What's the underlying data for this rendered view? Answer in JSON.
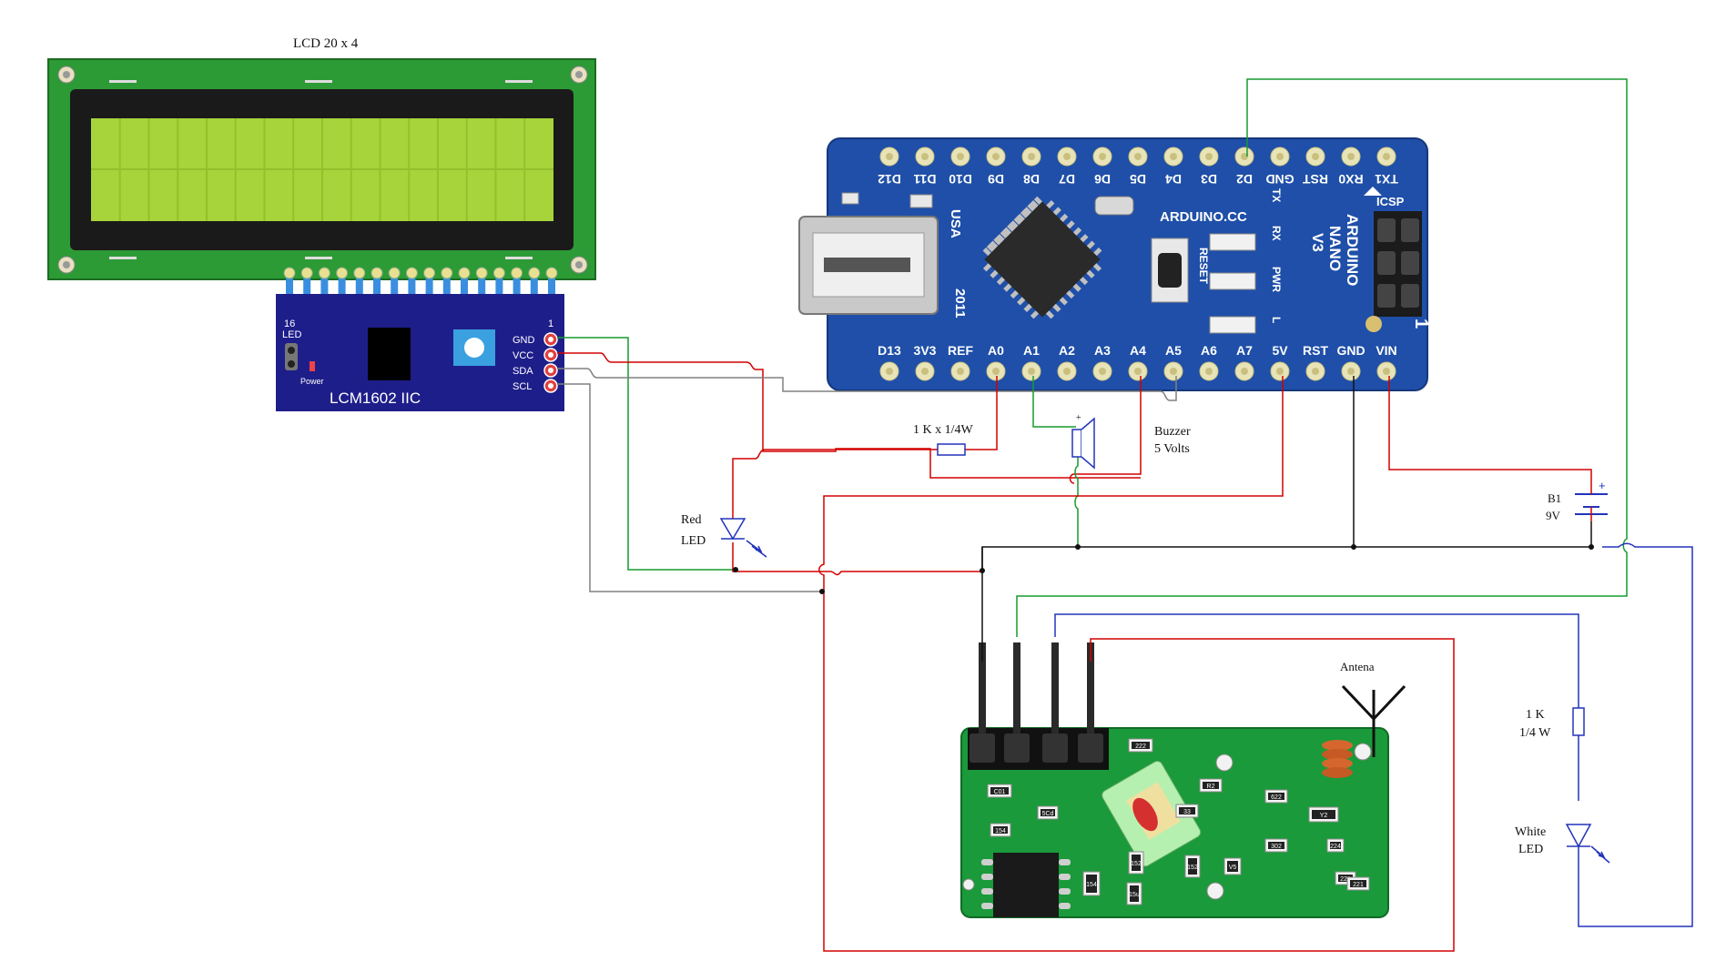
{
  "lcd": {
    "title": "LCD 20 x 4"
  },
  "i2c": {
    "name": "LCM1602 IIC",
    "pins": [
      "GND",
      "VCC",
      "SDA",
      "SCL"
    ],
    "pin_16": "16",
    "pin_1": "1",
    "led_label": "LED",
    "power_label": "Power"
  },
  "arduino": {
    "top_pins": [
      "D12",
      "D11",
      "D10",
      "D9",
      "D8",
      "D7",
      "D6",
      "D5",
      "D4",
      "D3",
      "D2",
      "GND",
      "RST",
      "RX0",
      "TX1"
    ],
    "bottom_pins": [
      "D13",
      "3V3",
      "REF",
      "A0",
      "A1",
      "A2",
      "A3",
      "A4",
      "A5",
      "A6",
      "A7",
      "5V",
      "RST",
      "GND",
      "VIN"
    ],
    "board_text": [
      "ARDUINO.CC",
      "ARDUINO",
      "NANO",
      "V3",
      "USA",
      "2011",
      "RESET",
      "TX",
      "RX",
      "PWR",
      "L",
      "ICSP",
      "1"
    ]
  },
  "components": {
    "resistor1": "1 K x 1/4W",
    "buzzer_line1": "Buzzer",
    "buzzer_line2": "5 Volts",
    "red_led_line1": "Red",
    "red_led_line2": "LED",
    "battery_line1": "B1",
    "battery_line2": "9V",
    "antenna": "Antena",
    "resistor2_line1": "1 K",
    "resistor2_line2": "1/4 W",
    "white_led_line1": "White",
    "white_led_line2": "LED"
  },
  "rf_module": {
    "chip_labels": [
      "222",
      "C01",
      "5Cd",
      "154",
      "R2",
      "33",
      "Y2",
      "622",
      "302",
      "224",
      "221",
      "152",
      "154",
      "152",
      "15u",
      "V5",
      "221"
    ]
  },
  "colors": {
    "wire_red": "#d40000",
    "wire_green": "#169c2d",
    "wire_black": "#111111",
    "wire_blue": "#2233bb",
    "wire_gray": "#808080",
    "pcb_blue": "#1f4fa8",
    "pcb_green": "#1a9a3a",
    "lcd_screen": "#a6d43a"
  }
}
